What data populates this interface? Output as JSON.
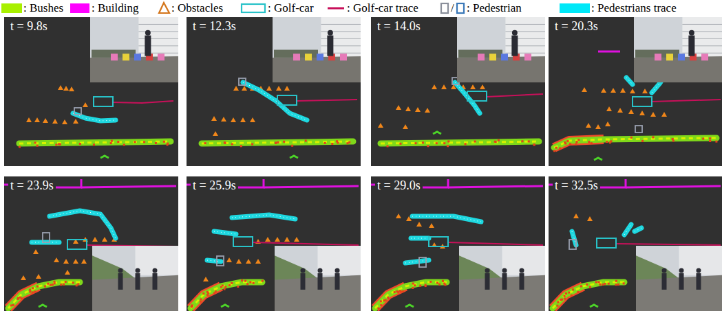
{
  "diagram": {
    "labels": [
      "t = 9.8s",
      "t = 12.3s",
      "t = 14.0s",
      "t = 20.3s",
      "t = 23.9s",
      "t = 25.9s",
      "t = 29.0s",
      "t = 32.5s",
      "/"
    ],
    "legend": [
      {
        "text": ": Bushes",
        "color": "#a8f000"
      },
      {
        "text": ": Building",
        "color": "#ff00ff"
      },
      {
        "text": ": Obstacles"
      },
      {
        "text": ": Golf-car"
      },
      {
        "text": ": Golf-car trace"
      },
      {
        "text": ": Pedestrian"
      },
      {
        "text": ": Pedestrians trace",
        "color": "#00e8f8"
      }
    ]
  }
}
